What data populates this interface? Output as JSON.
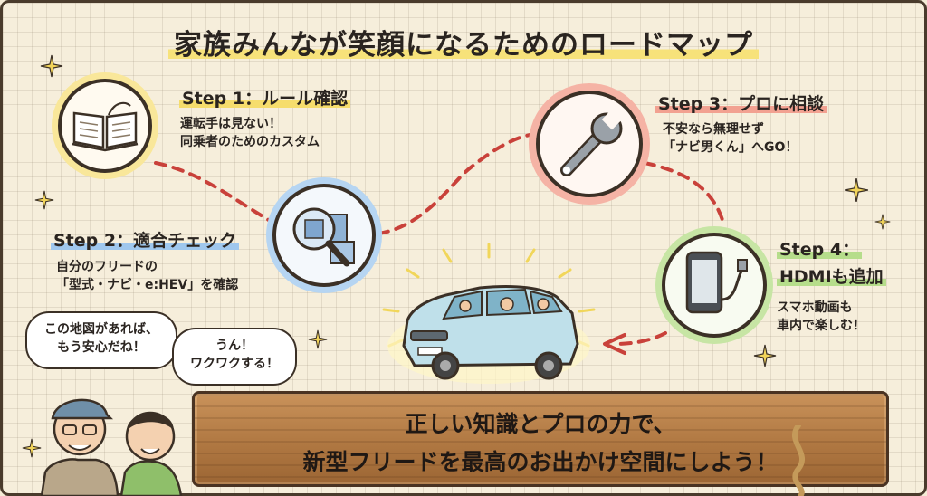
{
  "title": "家族みんなが笑顔になるためのロードマップ",
  "steps": [
    {
      "title": "Step 1：ルール確認",
      "desc": [
        "運転手は見ない！",
        "同乗者のためのカスタム"
      ],
      "icon": "open-book-icon",
      "color": "#f6dd6c"
    },
    {
      "title": "Step 2：適合チェック",
      "desc": [
        "自分のフリードの",
        "「型式・ナビ・e:HEV」を確認"
      ],
      "icon": "magnifier-puzzle-icon",
      "color": "#9fc7ee"
    },
    {
      "title": "Step 3：プロに相談",
      "desc": [
        "不安なら無理せず",
        "「ナビ男くん」へGO！"
      ],
      "icon": "wrench-icon",
      "color": "#f2a191"
    },
    {
      "title": "Step 4：",
      "title2": "HDMIも追加",
      "desc": [
        "スマホ動画も",
        "車内で楽しむ！"
      ],
      "icon": "smartphone-cable-icon",
      "color": "#b6dd8b"
    }
  ],
  "bubbles": {
    "left": [
      "この地図があれば、",
      "もう安心だね！"
    ],
    "right": [
      "うん！",
      "ワクワクする！"
    ]
  },
  "board": {
    "line1": "正しい知識とプロの力で、",
    "line2": "新型フリードを最高のお出かけ空間にしよう！"
  },
  "colors": {
    "route": "#c9413a",
    "ink": "#3b3026",
    "board": "#b07842"
  }
}
